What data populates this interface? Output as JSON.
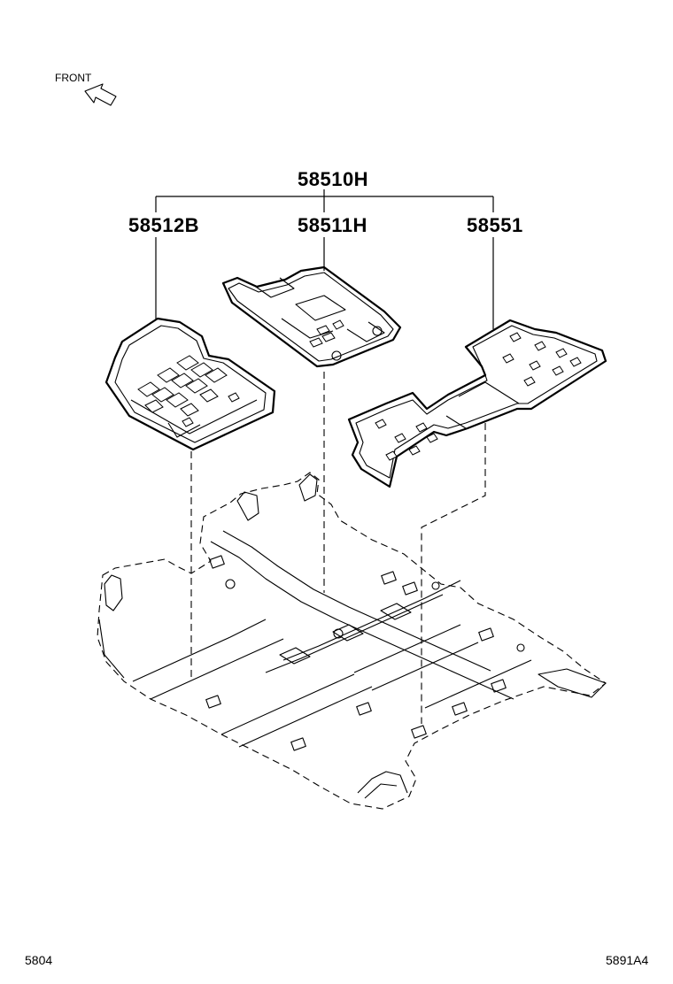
{
  "orientation": {
    "label": "FRONT",
    "icon": "front-arrow-icon"
  },
  "parts": {
    "set": "58510H",
    "driver_mat": "58512B",
    "front_mat": "58511H",
    "rear_mat": "58551"
  },
  "footer": {
    "left_code": "5804",
    "right_code": "5891A4"
  }
}
